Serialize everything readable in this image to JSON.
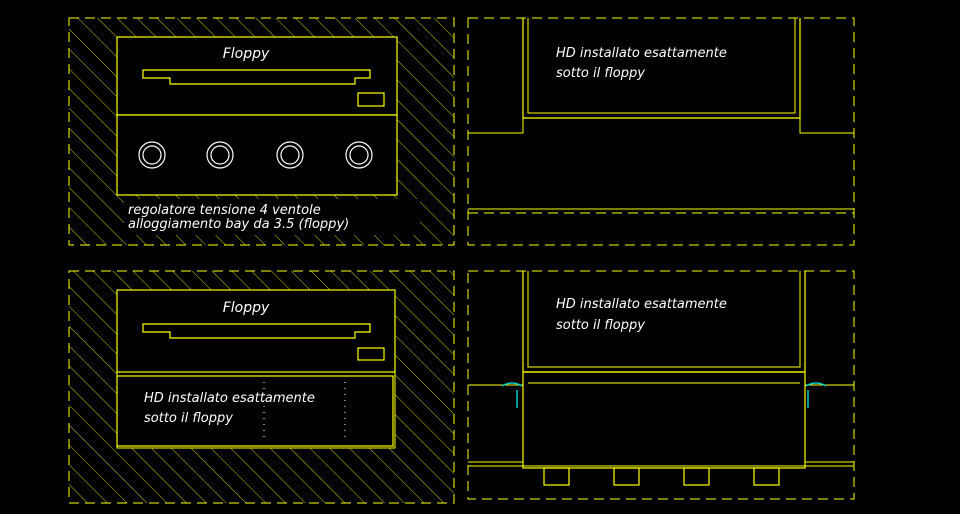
{
  "colors": {
    "background": "#000000",
    "linework": "#ffff00",
    "hatch": "#c8c800",
    "text": "#ffffff",
    "accent": "#00cccc"
  },
  "panels": {
    "top_left": {
      "floppy_label": "Floppy",
      "caption_line1": "regolatore tensione 4 ventole",
      "caption_line2": "alloggiamento bay da 3.5 (floppy)"
    },
    "top_right": {
      "hd_line1": "HD installato esattamente",
      "hd_line2": "sotto il floppy"
    },
    "bottom_left": {
      "floppy_label": "Floppy",
      "hd_line1": "HD installato esattamente",
      "hd_line2": "sotto il floppy"
    },
    "bottom_right": {
      "hd_line1": "HD installato esattamente",
      "hd_line2": "sotto il floppy"
    }
  },
  "icons": {
    "knob": "fan-knob-icon",
    "led": "drive-led-icon",
    "slot": "floppy-slot-icon"
  }
}
